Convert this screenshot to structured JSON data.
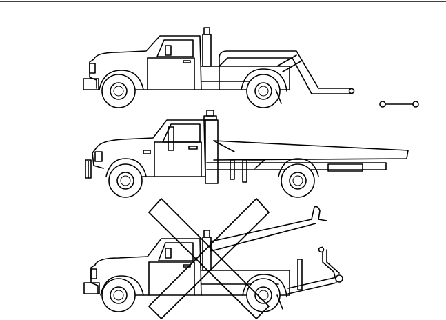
{
  "figure": {
    "illustrations": [
      {
        "name": "wheel-lift-tow-truck",
        "status": "allowed"
      },
      {
        "name": "flatbed-tow-truck",
        "status": "allowed"
      },
      {
        "name": "sling-type-tow-truck",
        "status": "not-allowed"
      }
    ],
    "colors": {
      "line": "#000000",
      "background": "#ffffff"
    },
    "icons": [
      "tow-bar-icon",
      "prohibited-x-icon"
    ]
  }
}
